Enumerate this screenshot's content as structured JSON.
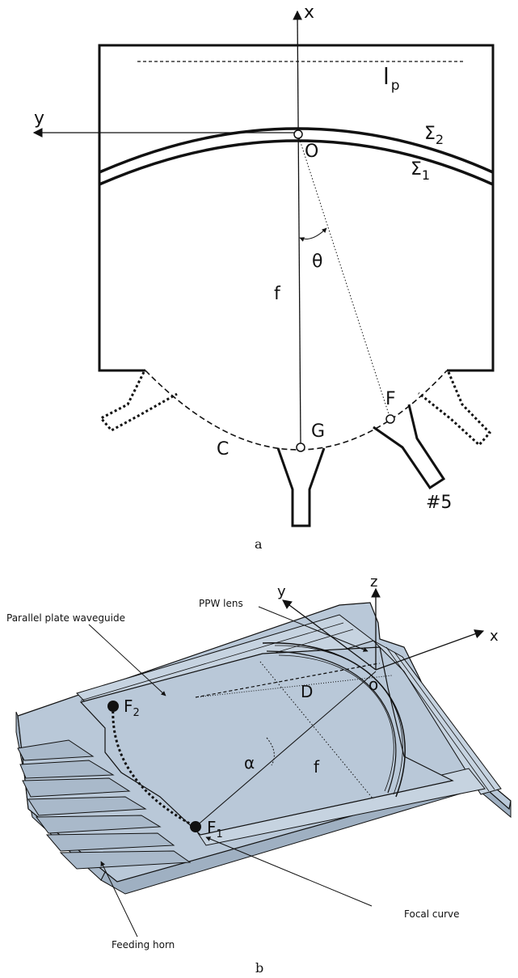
{
  "panel_a": {
    "caption": "a",
    "axis_x": "x",
    "axis_y": "y",
    "line_label": "l",
    "line_sub": "p",
    "sigma2": "Σ",
    "sigma2_sub": "2",
    "sigma1": "Σ",
    "sigma1_sub": "1",
    "origin": "O",
    "angle": "θ",
    "focal_length": "f",
    "point_F": "F",
    "point_G": "G",
    "curve_C": "C",
    "port": "#5"
  },
  "panel_b": {
    "caption": "b",
    "ppw_lens": "PPW lens",
    "waveguide": "Parallel plate waveguide",
    "axis_x": "x",
    "axis_y": "y",
    "axis_z": "z",
    "diameter": "D",
    "origin": "o",
    "F2": "F",
    "F2_sub": "2",
    "F1": "F",
    "F1_sub": "1",
    "alpha": "α",
    "focal": "f",
    "focal_curve": "Focal curve",
    "feeding_horn": "Feeding horn"
  },
  "colors": {
    "plate": "#b9c8d8",
    "plate_side": "#9fb0c2",
    "ink": "#111111"
  }
}
